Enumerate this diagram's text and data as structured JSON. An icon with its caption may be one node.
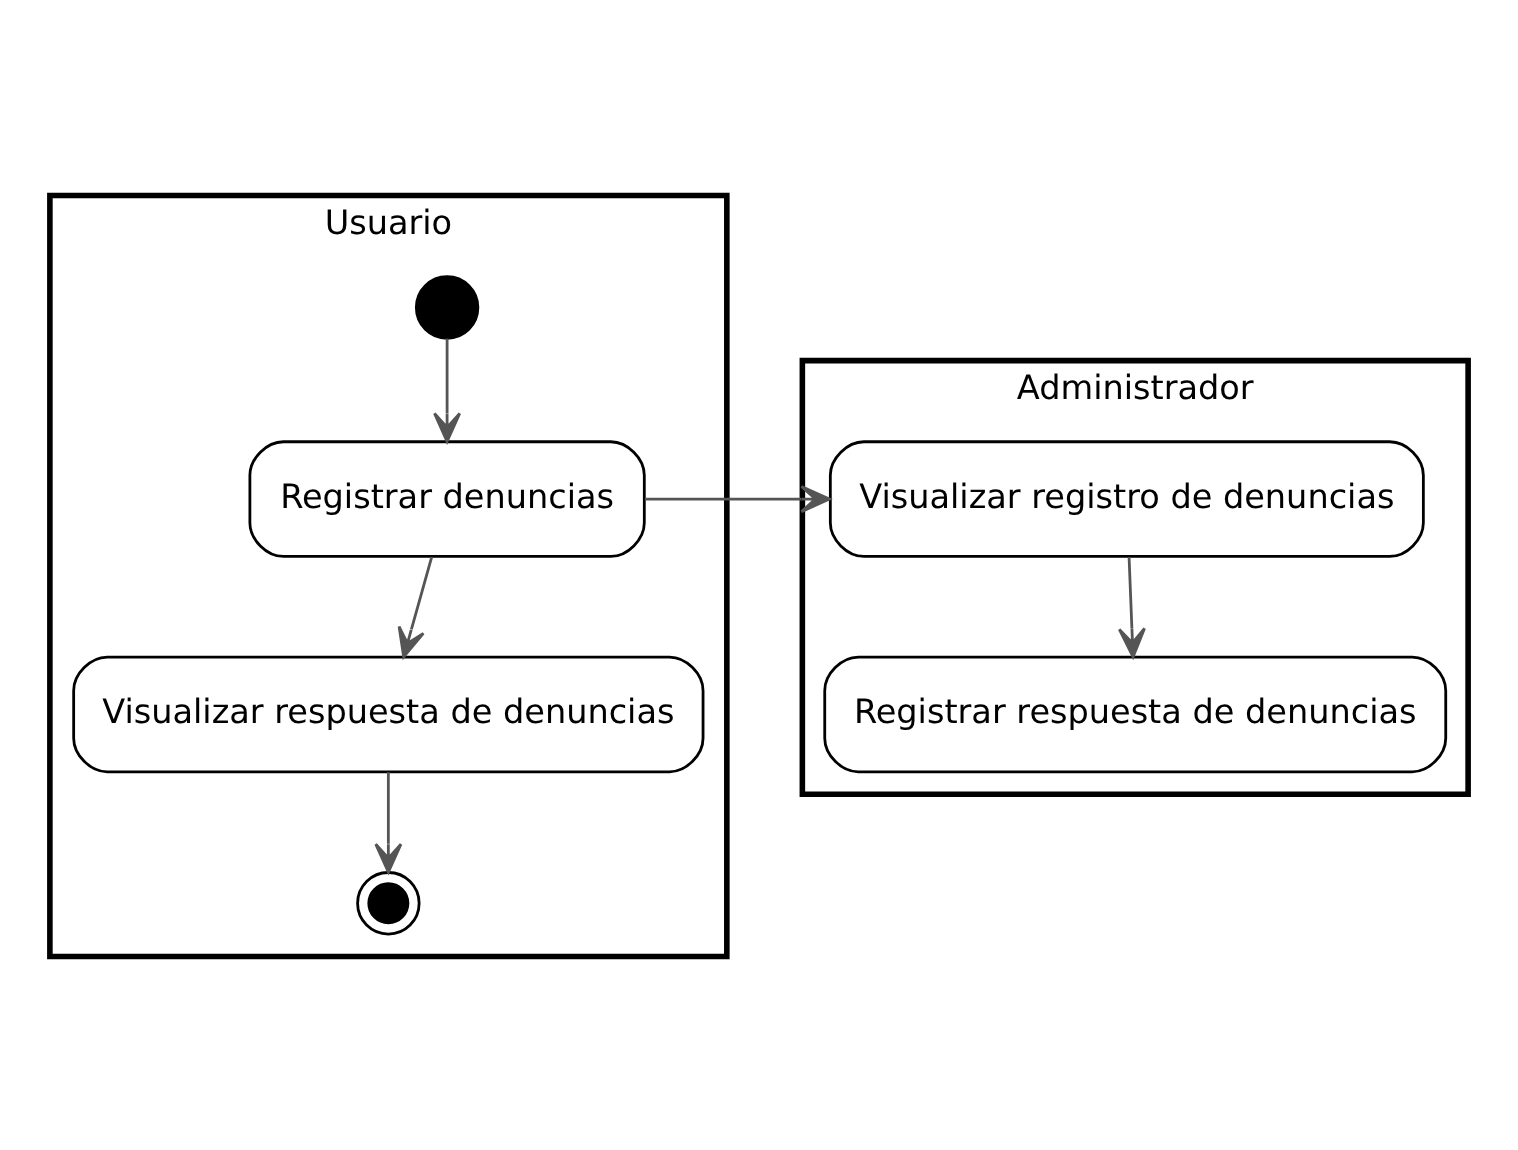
{
  "diagram": {
    "nodes": [
      {
        "text": [
          "Usuario"
        ]
      },
      {
        "text": [
          "Administrador"
        ]
      },
      {
        "text": [],
        "shape": "circle",
        "in": 0
      },
      {
        "text": [
          "Registrar denuncias"
        ],
        "in": 0
      },
      {
        "text": [
          "Visualizar respuesta de denuncias"
        ],
        "in": 0
      },
      {
        "text": [],
        "shape": "circle",
        "in": 0
      },
      {
        "text": [
          "Visualizar registro de denuncias"
        ],
        "in": 1
      },
      {
        "text": [
          "Registrar respuesta de denuncias"
        ],
        "in": 1
      }
    ],
    "edges": [
      {
        "from": 2,
        "to": 3,
        "arrow": "to"
      },
      {
        "from": 3,
        "to": 4,
        "arrow": "to"
      },
      {
        "from": 4,
        "to": 5,
        "arrow": "to"
      },
      {
        "from": 3,
        "to": 6,
        "arrow": "to"
      },
      {
        "from": 6,
        "to": 7,
        "arrow": "to"
      }
    ]
  }
}
